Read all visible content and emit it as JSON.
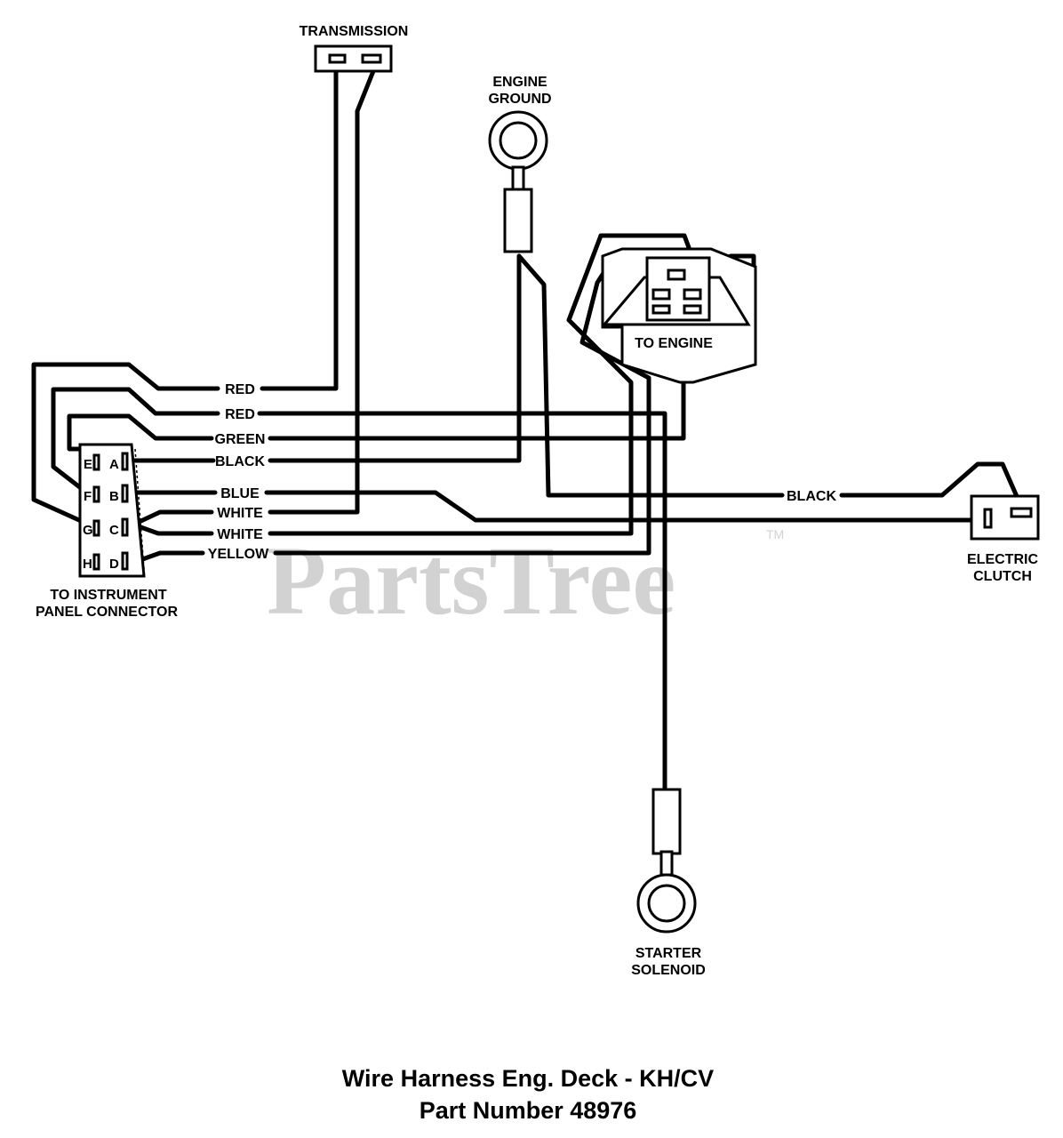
{
  "components": {
    "transmission": "TRANSMISSION",
    "engine_ground_line1": "ENGINE",
    "engine_ground_line2": "GROUND",
    "to_engine": "TO ENGINE",
    "electric_clutch_line1": "ELECTRIC",
    "electric_clutch_line2": "CLUTCH",
    "starter_solenoid_line1": "STARTER",
    "starter_solenoid_line2": "SOLENOID",
    "instrument_panel_line1": "TO INSTRUMENT",
    "instrument_panel_line2": "PANEL CONNECTOR"
  },
  "connector_pins": {
    "left": [
      "E",
      "F",
      "G",
      "H"
    ],
    "right": [
      "A",
      "B",
      "C",
      "D"
    ]
  },
  "wires": [
    {
      "id": "red-1",
      "label": "RED"
    },
    {
      "id": "red-2",
      "label": "RED"
    },
    {
      "id": "green",
      "label": "GREEN"
    },
    {
      "id": "black-1",
      "label": "BLACK"
    },
    {
      "id": "blue",
      "label": "BLUE"
    },
    {
      "id": "white-1",
      "label": "WHITE"
    },
    {
      "id": "white-2",
      "label": "WHITE"
    },
    {
      "id": "yellow",
      "label": "YELLOW"
    },
    {
      "id": "black-2",
      "label": "BLACK"
    }
  ],
  "watermark": {
    "text": "PartsTree",
    "trademark": "TM"
  },
  "caption": {
    "line1": "Wire Harness Eng. Deck - KH/CV",
    "line2": "Part Number 48976"
  }
}
